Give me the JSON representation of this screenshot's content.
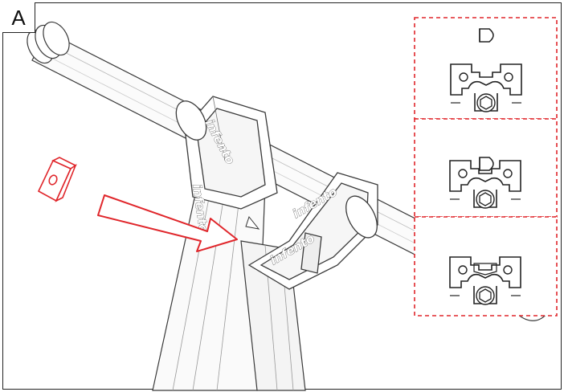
{
  "step": {
    "label": "A"
  },
  "brand": {
    "name": "infento"
  },
  "colors": {
    "accent_red": "#e0262b",
    "line": "#3a3a3a",
    "frame": "#222222"
  },
  "insets": [
    {
      "stage": "separate"
    },
    {
      "stage": "inserting"
    },
    {
      "stage": "seated"
    }
  ]
}
